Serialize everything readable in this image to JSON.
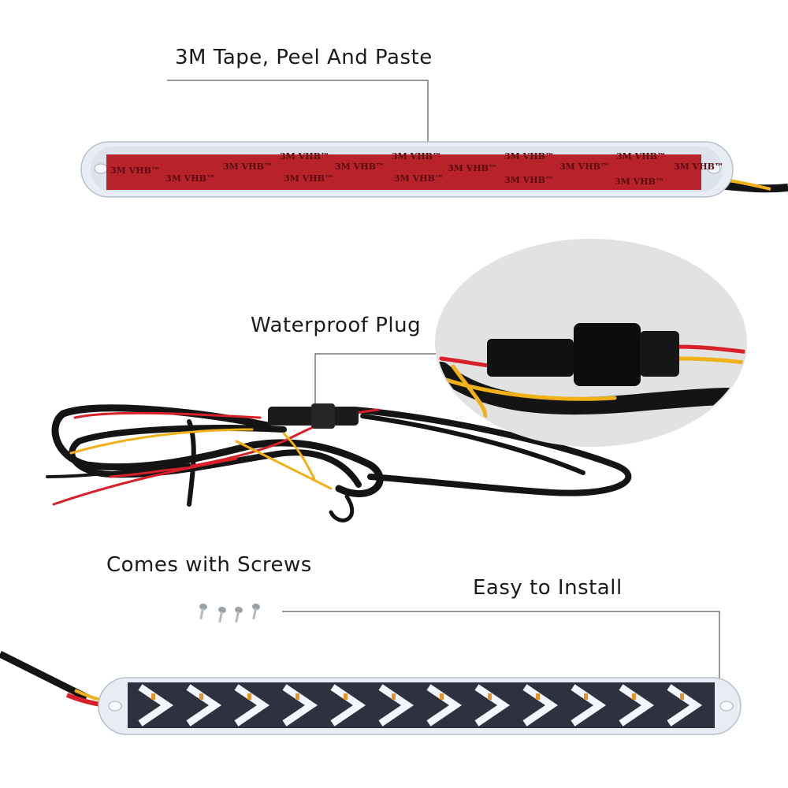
{
  "labels": {
    "tape": "3M Tape, Peel And Paste",
    "plug": "Waterproof Plug",
    "screws": "Comes with Screws",
    "install": "Easy to Install"
  },
  "tape_print": "3M VHB™",
  "colors": {
    "tape_red": "#b8232b",
    "wire_red": "#d8202a",
    "wire_yellow": "#f0b018",
    "wire_black": "#141414",
    "lens": "#e6eaf2"
  }
}
